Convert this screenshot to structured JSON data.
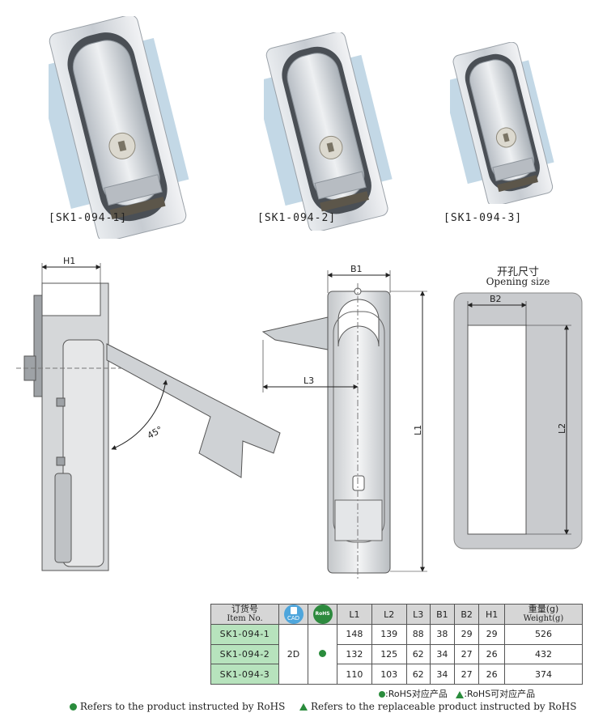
{
  "captions": [
    "[SK1-094-1]",
    "[SK1-094-2]",
    "[SK1-094-3]"
  ],
  "dimensions": {
    "h1": "H1",
    "angle": "45°",
    "b1": "B1",
    "l3": "L3",
    "l1": "L1",
    "b2": "B2",
    "l2": "L2"
  },
  "opening": {
    "title": "开孔尺寸",
    "subtitle": "Opening size"
  },
  "table": {
    "item_cn": "订货号",
    "item_en": "Item No.",
    "cad_label": "CAD",
    "rohs_label": "RoHS",
    "columns": [
      "L1",
      "L2",
      "L3",
      "B1",
      "B2",
      "H1"
    ],
    "weight_cn": "重量(g)",
    "weight_en": "Weight(g)",
    "cad_value": "2D",
    "rows": [
      {
        "item": "SK1-094-1",
        "l1": "148",
        "l2": "139",
        "l3": "88",
        "b1": "38",
        "b2": "29",
        "h1": "29",
        "weight": "526"
      },
      {
        "item": "SK1-094-2",
        "l1": "132",
        "l2": "125",
        "l3": "62",
        "b1": "34",
        "b2": "27",
        "h1": "26",
        "weight": "432"
      },
      {
        "item": "SK1-094-3",
        "l1": "110",
        "l2": "103",
        "l3": "62",
        "b1": "34",
        "b2": "27",
        "h1": "26",
        "weight": "374"
      }
    ]
  },
  "legend": {
    "rohs_cn": ":RoHS对应产品",
    "replaceable_cn": ":RoHS可对应产品"
  },
  "footer": {
    "rohs": "Refers to the product instructed by RoHS",
    "replaceable": "Refers to the replaceable product instructed by RoHS"
  },
  "colors": {
    "green": "#2a8c3c",
    "item_bg": "#b7e3bd",
    "header_bg": "#d6d6d6",
    "metal": "#c8ccd0"
  }
}
